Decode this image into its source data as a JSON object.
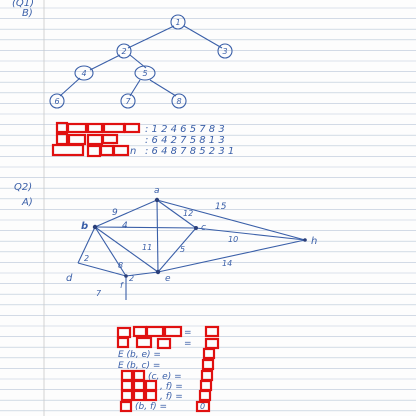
{
  "header": {
    "q1_label": "(Q1)",
    "b_label": "B)"
  },
  "tree": {
    "nodes": [
      {
        "label": "1"
      },
      {
        "label": "2"
      },
      {
        "label": "3"
      },
      {
        "label": "4"
      },
      {
        "label": "5"
      },
      {
        "label": "6"
      },
      {
        "label": "7"
      },
      {
        "label": "8"
      }
    ]
  },
  "traversals": [
    {
      "label_visible": "",
      "sequence": ":  1  2  4  6  5  7  8  3"
    },
    {
      "label_visible": "",
      "sequence": ":  6  4  2  7  5  8  1  3"
    },
    {
      "label_visible": "n",
      "sequence": ":  6  4  8  7  8  5  2  3  1"
    }
  ],
  "q2": {
    "q_label": "Q2)",
    "a_label": "A)"
  },
  "graph": {
    "vertices": [
      {
        "label": "a"
      },
      {
        "label": "b"
      },
      {
        "label": "c"
      },
      {
        "label": "d"
      },
      {
        "label": "e"
      },
      {
        "label": "f"
      },
      {
        "label": "h"
      }
    ],
    "edge_weights": [
      "9",
      "12",
      "15",
      "4",
      "10",
      "11",
      "5",
      "14",
      "2",
      "8",
      "2",
      "7"
    ]
  },
  "equations": [
    {
      "text": "=",
      "visible_value": ""
    },
    {
      "text": "=",
      "visible_value": ""
    },
    {
      "text": "E (b, e)  =",
      "visible_value": ""
    },
    {
      "text": "E (b, c)  =",
      "visible_value": ""
    },
    {
      "text": "(c, e)  =",
      "visible_value": ""
    },
    {
      "text": ", f)  =",
      "visible_value": ""
    },
    {
      "text": ", f)  =",
      "visible_value": ""
    },
    {
      "text": "(b, f)  =",
      "visible_value": "0"
    }
  ]
}
